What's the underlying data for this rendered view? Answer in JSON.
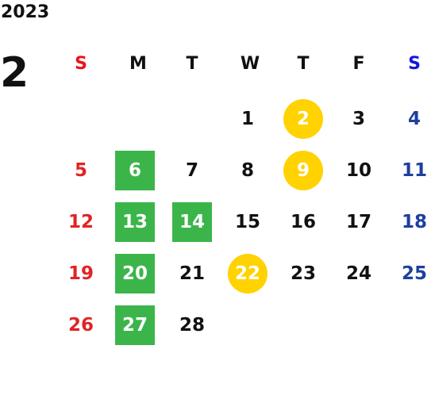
{
  "calendar": {
    "year": "2023",
    "month": "2",
    "weekdays": [
      "S",
      "M",
      "T",
      "W",
      "T",
      "F",
      "S"
    ],
    "weeks": [
      [
        "",
        "",
        "",
        "1",
        "2",
        "3",
        "4"
      ],
      [
        "5",
        "6",
        "7",
        "8",
        "9",
        "10",
        "11"
      ],
      [
        "12",
        "13",
        "14",
        "15",
        "16",
        "17",
        "18"
      ],
      [
        "19",
        "20",
        "21",
        "22",
        "23",
        "24",
        "25"
      ],
      [
        "26",
        "27",
        "28",
        "",
        "",
        "",
        ""
      ]
    ],
    "green_marked_days": [
      "6",
      "13",
      "14",
      "20",
      "27"
    ],
    "yellow_marked_days": [
      "2",
      "9",
      "22"
    ]
  },
  "colors": {
    "sunday_header": "#e8141c",
    "saturday_header": "#1414e0",
    "sunday_dates": "#e02424",
    "saturday_dates": "#1e3f9e",
    "green_mark": "#3bb54a",
    "yellow_mark": "#ffd200",
    "text": "#111111"
  }
}
